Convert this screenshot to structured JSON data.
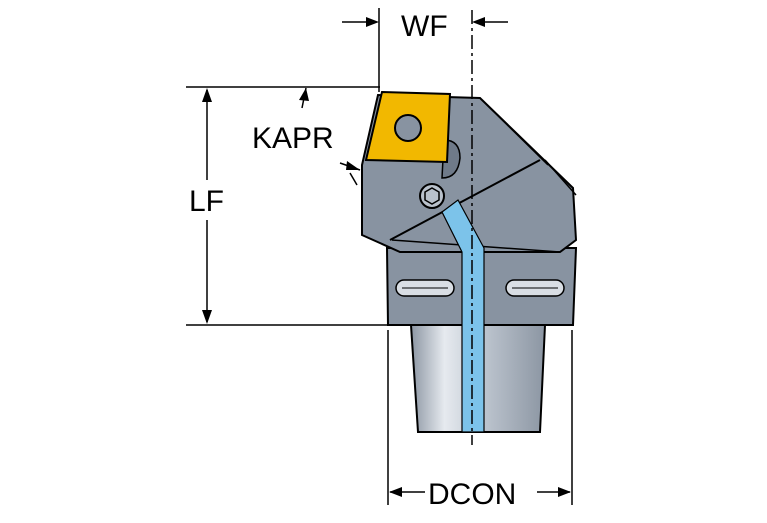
{
  "labels": {
    "wf": "WF",
    "kapr": "KAPR",
    "lf": "LF",
    "dcon": "DCON"
  },
  "colors": {
    "insert": "#f2b800",
    "holder_body": "#8893a1",
    "holder_shadow": "#6f7a89",
    "shank_light": "#e6eaef",
    "shank_mid": "#bcc4ce",
    "shank_dark": "#8c96a3",
    "coolant": "#7cc3ea",
    "outline": "#000000"
  }
}
